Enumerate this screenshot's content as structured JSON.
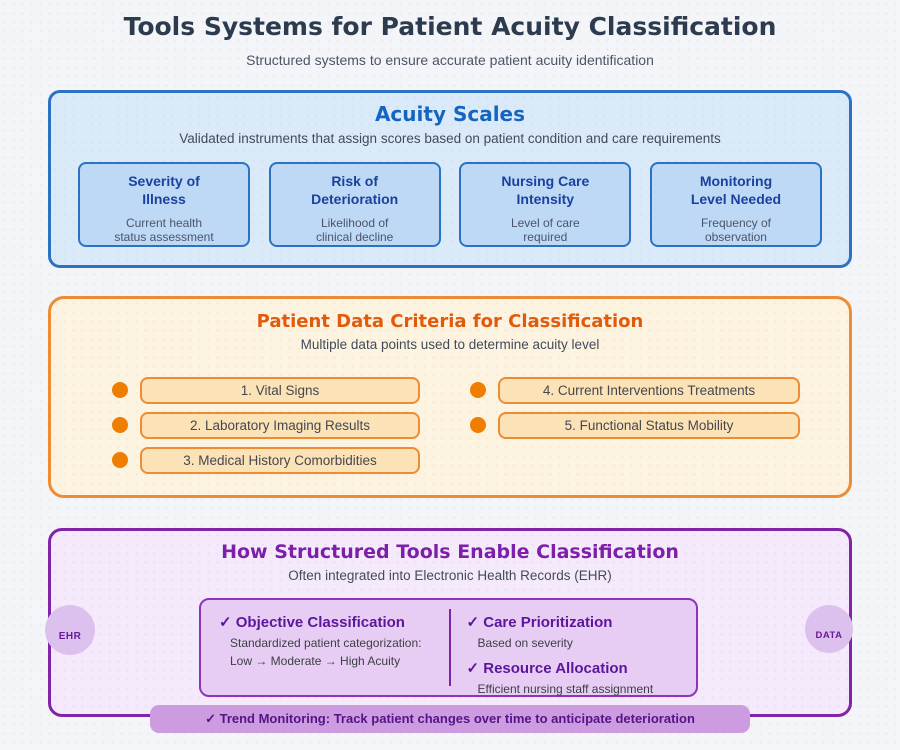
{
  "page": {
    "title": "Tools Systems for Patient Acuity Classification",
    "subtitle": "Structured systems to ensure accurate patient acuity identification"
  },
  "colors": {
    "blue_accent": "#2b72c4",
    "blue_heading": "#1565c0",
    "orange_accent": "#ee8c33",
    "orange_heading": "#e25a0c",
    "orange_bullet": "#ef7d00",
    "purple_accent": "#8024aa",
    "purple_heading": "#7d1fa8"
  },
  "acuity_scales": {
    "title": "Acuity Scales",
    "subtitle": "Validated instruments that assign scores based on patient condition and care requirements",
    "cards": [
      {
        "title_lines": [
          "Severity of",
          "Illness"
        ],
        "desc_lines": [
          "Current health",
          "status assessment"
        ]
      },
      {
        "title_lines": [
          "Risk of",
          "Deterioration"
        ],
        "desc_lines": [
          "Likelihood of",
          "clinical decline"
        ]
      },
      {
        "title_lines": [
          "Nursing Care",
          "Intensity"
        ],
        "desc_lines": [
          "Level of care",
          "required"
        ]
      },
      {
        "title_lines": [
          "Monitoring",
          "Level Needed"
        ],
        "desc_lines": [
          "Frequency of",
          "observation"
        ]
      }
    ]
  },
  "patient_data": {
    "title": "Patient Data Criteria for Classification",
    "subtitle": "Multiple data points used to determine acuity level",
    "items_left": [
      "1. Vital Signs",
      "2. Laboratory Imaging Results",
      "3. Medical History Comorbidities"
    ],
    "items_right": [
      "4. Current Interventions Treatments",
      "5. Functional Status Mobility"
    ]
  },
  "structured_tools": {
    "title": "How Structured Tools Enable Classification",
    "subtitle": "Often integrated into Electronic Health Records (EHR)",
    "left_badge": "EHR",
    "right_badge": "DATA",
    "features_left": [
      {
        "label": "✓ Objective Classification",
        "lines": [
          "Standardized patient categorization:",
          "Low → Moderate → High Acuity"
        ]
      }
    ],
    "features_right": [
      {
        "label": "✓ Care Prioritization",
        "lines": [
          "Based on severity"
        ]
      },
      {
        "label": "✓ Resource Allocation",
        "lines": [
          "Efficient nursing staff assignment"
        ]
      }
    ],
    "banner": "✓ Trend Monitoring: Track patient changes over time to anticipate deterioration"
  }
}
